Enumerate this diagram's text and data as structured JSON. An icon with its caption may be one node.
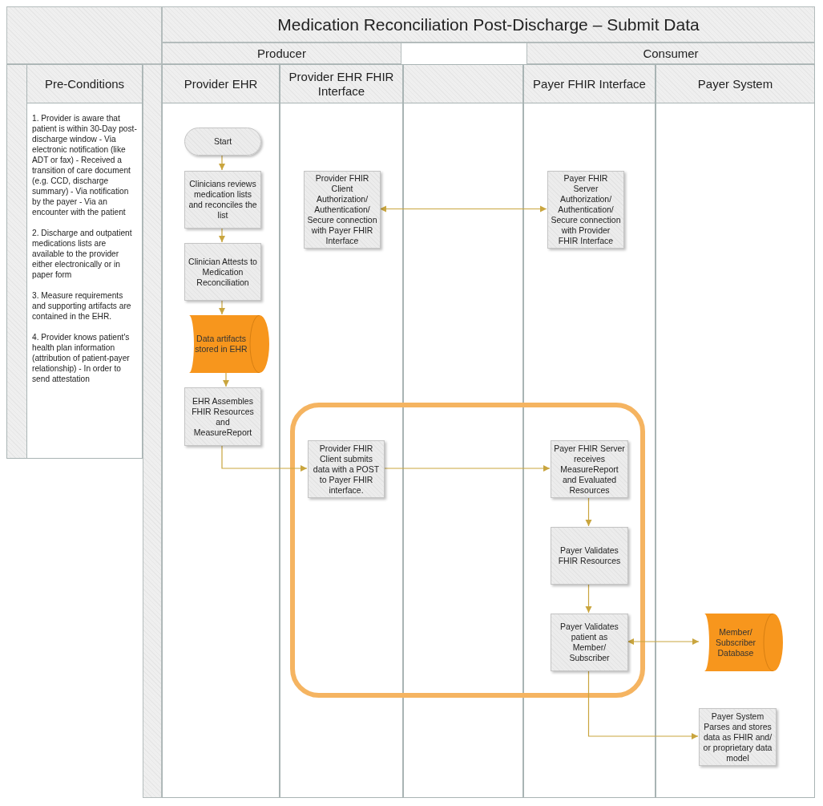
{
  "diagram": {
    "title": "Medication Reconciliation Post-Discharge – Submit Data",
    "nodes": [
      {
        "text": [
          "Producer"
        ]
      },
      {
        "text": [
          "Consumer"
        ]
      },
      {
        "text": [
          "Pre-Conditions",
          "1. Provider is aware that patient is within 30-Day post-discharge window - Via electronic notification (like ADT or fax) - Received a transition of care document (e.g. CCD, discharge summary) - Via notification by the payer - Via an encounter with the patient",
          "2. Discharge and outpatient medications lists are available to the provider either electronically or in paper form",
          "3. Measure requirements and supporting artifacts are contained in the EHR.",
          "4. Provider knows patient's health plan information (attribution of patient-payer relationship) - In order to send attestation"
        ]
      },
      {
        "text": [
          "Provider EHR"
        ]
      },
      {
        "text": [
          "Provider EHR FHIR Interface"
        ]
      },
      {
        "text": [
          "Payer FHIR Interface"
        ]
      },
      {
        "text": [
          "Payer System"
        ]
      },
      {
        "text": [
          "Start"
        ],
        "in": 3
      },
      {
        "text": [
          "Clinicians reviews medication lists and reconciles the list"
        ],
        "in": 3
      },
      {
        "text": [
          "Clinician Attests to Medication Reconciliation"
        ],
        "in": 3
      },
      {
        "text": [
          "Data artifacts stored in EHR"
        ],
        "in": 3
      },
      {
        "text": [
          "EHR Assembles FHIR Resources and MeasureReport"
        ],
        "in": 3
      },
      {
        "text": [
          "Provider FHIR Client Authorization/ Authentication/ Secure connection with Payer FHIR Interface"
        ],
        "in": 4
      },
      {
        "text": [
          "Provider FHIR Client submits data with a POST to Payer FHIR interface."
        ],
        "in": 4
      },
      {
        "text": [
          "Payer FHIR Server Authorization/ Authentication/ Secure connection with Provider FHIR Interface"
        ],
        "in": 5
      },
      {
        "text": [
          "Payer FHIR Server receives MeasureReport and Evaluated Resources"
        ],
        "in": 5
      },
      {
        "text": [
          "Payer Validates FHIR Resources"
        ],
        "in": 5
      },
      {
        "text": [
          "Payer Validates patient as Member/ Subscriber"
        ],
        "in": 5
      },
      {
        "text": [
          "Member/ Subscriber Database"
        ],
        "in": 6
      },
      {
        "text": [
          "Payer System Parses and stores data as FHIR and/ or proprietary data model"
        ],
        "in": 6
      }
    ],
    "edges": [
      {
        "from": 7,
        "to": 8,
        "arrow": "to"
      },
      {
        "from": 8,
        "to": 9,
        "arrow": "to"
      },
      {
        "from": 9,
        "to": 10,
        "arrow": "to"
      },
      {
        "from": 10,
        "to": 11,
        "arrow": "to"
      },
      {
        "from": 11,
        "to": 13,
        "arrow": "to"
      },
      {
        "from": 12,
        "to": 14,
        "arrow": "both"
      },
      {
        "from": 13,
        "to": 15,
        "arrow": "to"
      },
      {
        "from": 15,
        "to": 16,
        "arrow": "to"
      },
      {
        "from": 16,
        "to": 17,
        "arrow": "to"
      },
      {
        "from": 17,
        "to": 18,
        "arrow": "both"
      },
      {
        "from": 17,
        "to": 19,
        "arrow": "to"
      }
    ]
  }
}
